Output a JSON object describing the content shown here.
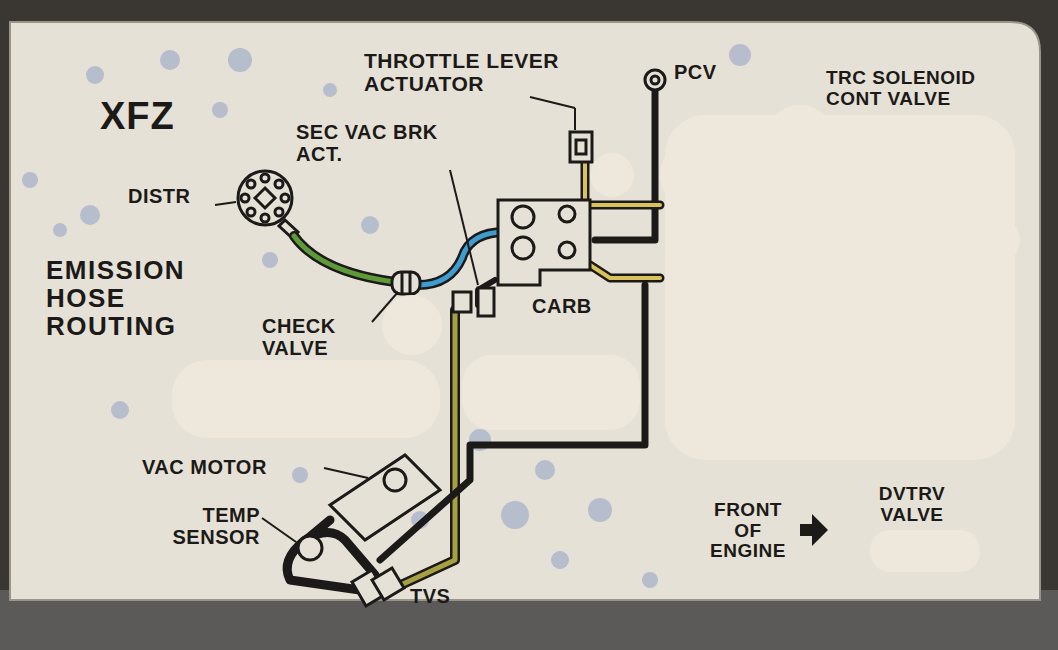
{
  "diagram": {
    "title": "EMISSION HOSE ROUTING",
    "labels": [
      "XFZ",
      "DISTR",
      "SEC VAC BRK ACT.",
      "THROTTLE LEVER ACTUATOR",
      "PCV",
      "TRC SOLENOID CONT VALVE",
      "CHECK VALVE",
      "CARB",
      "VAC MOTOR",
      "TEMP SENSOR",
      "TVS",
      "FRONT OF ENGINE",
      "DVTRV VALVE"
    ]
  }
}
